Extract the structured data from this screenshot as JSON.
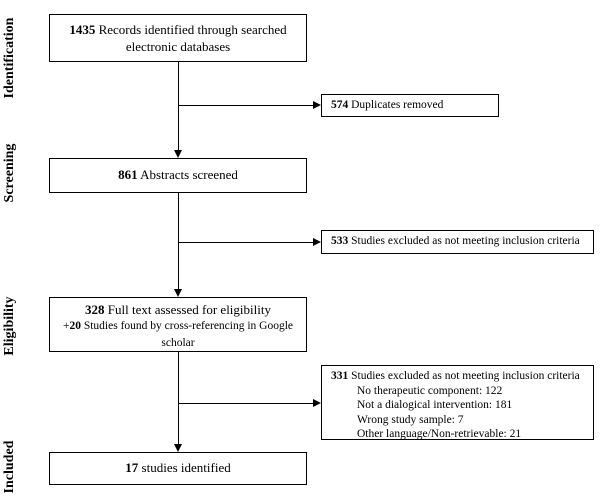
{
  "stages": {
    "identification": "Identification",
    "screening": "Screening",
    "eligibility": "Eligibility",
    "included": "Included"
  },
  "boxes": {
    "records": {
      "count": "1435",
      "text": " Records identified through searched",
      "line2": "electronic databases"
    },
    "duplicates": {
      "count": "574",
      "text": " Duplicates removed"
    },
    "abstracts": {
      "count": "861",
      "text": " Abstracts screened"
    },
    "excluded_screening": {
      "count": "533",
      "text": " Studies excluded as not meeting inclusion criteria"
    },
    "fulltext": {
      "count": "328",
      "text": " Full text assessed for eligibility",
      "plus": "+",
      "plus_count": "20",
      "plus_text": " Studies found by cross-referencing in Google",
      "plus_line2": "scholar"
    },
    "excluded_eligibility": {
      "count": "331",
      "text": " Studies excluded as not meeting inclusion criteria",
      "reasons": [
        "No therapeutic component: 122",
        "Not a dialogical intervention: 181",
        "Wrong study sample: 7",
        "Other language/Non-retrievable: 21"
      ]
    },
    "included": {
      "count": "17",
      "text": " studies identified"
    }
  }
}
